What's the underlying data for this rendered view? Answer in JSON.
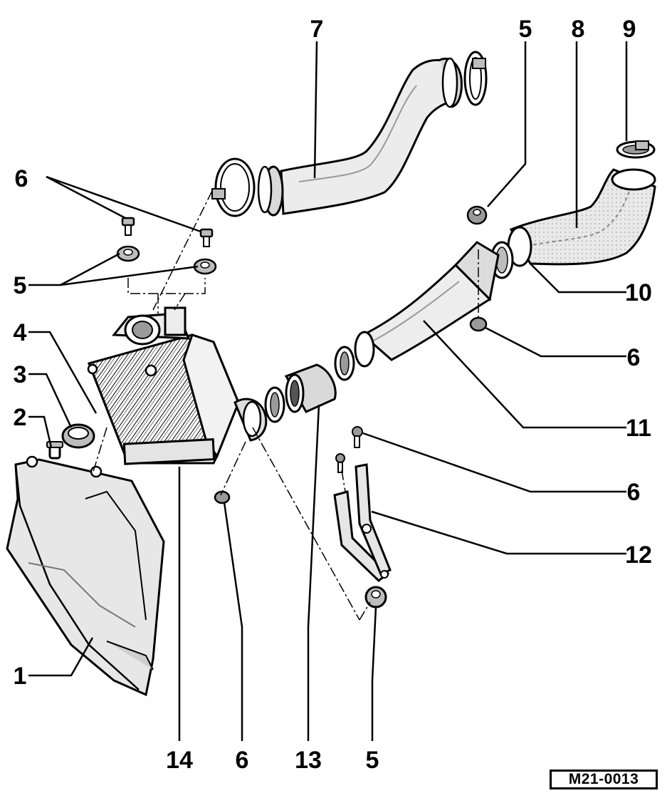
{
  "diagram": {
    "callouts": [
      "7",
      "5",
      "8",
      "9",
      "6",
      "5",
      "10",
      "6",
      "4",
      "3",
      "2",
      "11",
      "6",
      "12",
      "1",
      "14",
      "6",
      "13",
      "5"
    ],
    "drawing_code": "M21-0013",
    "colors": {
      "ink": "#000000",
      "paper": "#ffffff",
      "shade": "#bdbdbd",
      "light": "#e6e6e6"
    }
  }
}
